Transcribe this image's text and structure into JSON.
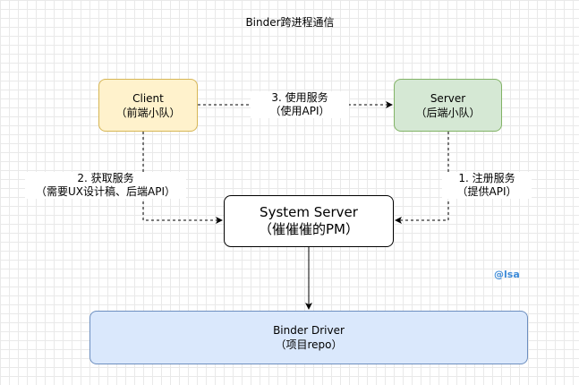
{
  "diagram": {
    "title": "Binder跨进程通信",
    "nodes": {
      "client": {
        "line1": "Client",
        "line2": "（前端小队）",
        "fill": "#fff2cc",
        "stroke": "#d6b656"
      },
      "server": {
        "line1": "Server",
        "line2": "（后端小队）",
        "fill": "#d5e8d4",
        "stroke": "#82b366"
      },
      "system_server": {
        "line1": "System Server",
        "line2": "（催催催的PM）",
        "fill": "#ffffff",
        "stroke": "#000000"
      },
      "binder_driver": {
        "line1": "Binder Driver",
        "line2": "（项目repo）",
        "fill": "#dae8fc",
        "stroke": "#6c8ebf"
      }
    },
    "edges": {
      "use_service": {
        "line1": "3. 使用服务",
        "line2": "（使用API）",
        "style": "dashed"
      },
      "get_service": {
        "line1": "2. 获取服务",
        "line2": "（需要UX设计稿、后端API）",
        "style": "dashed"
      },
      "register_service": {
        "line1": "1. 注册服务",
        "line2": "（提供API）",
        "style": "dashed"
      },
      "system_to_driver": {
        "style": "solid"
      }
    },
    "watermark": "@lsa",
    "watermark_color": "#3d8bd8"
  }
}
